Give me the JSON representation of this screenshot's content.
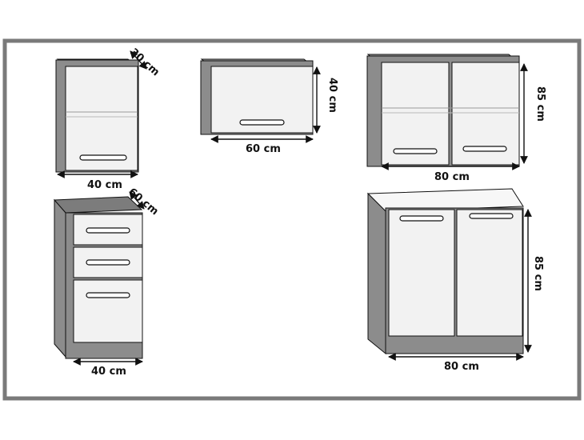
{
  "colors": {
    "border": "#7a7a7a",
    "carcass": "#8c8c8c",
    "carcass_dark": "#6f6f6f",
    "front": "#f2f2f2",
    "top_surface": "#d9d9d9",
    "line": "#111111"
  },
  "cabinets": [
    {
      "name": "wall-cabinet-small",
      "dims": [
        "30 cm",
        "40 cm"
      ]
    },
    {
      "name": "wall-cabinet-flap",
      "dims": [
        "40 cm",
        "60 cm"
      ]
    },
    {
      "name": "wall-cabinet-double",
      "dims": [
        "85 cm",
        "80 cm"
      ]
    },
    {
      "name": "base-cabinet-drawers",
      "dims": [
        "60 cm",
        "40 cm"
      ]
    },
    {
      "name": "base-cabinet-double",
      "dims": [
        "85 cm",
        "80 cm"
      ]
    }
  ]
}
